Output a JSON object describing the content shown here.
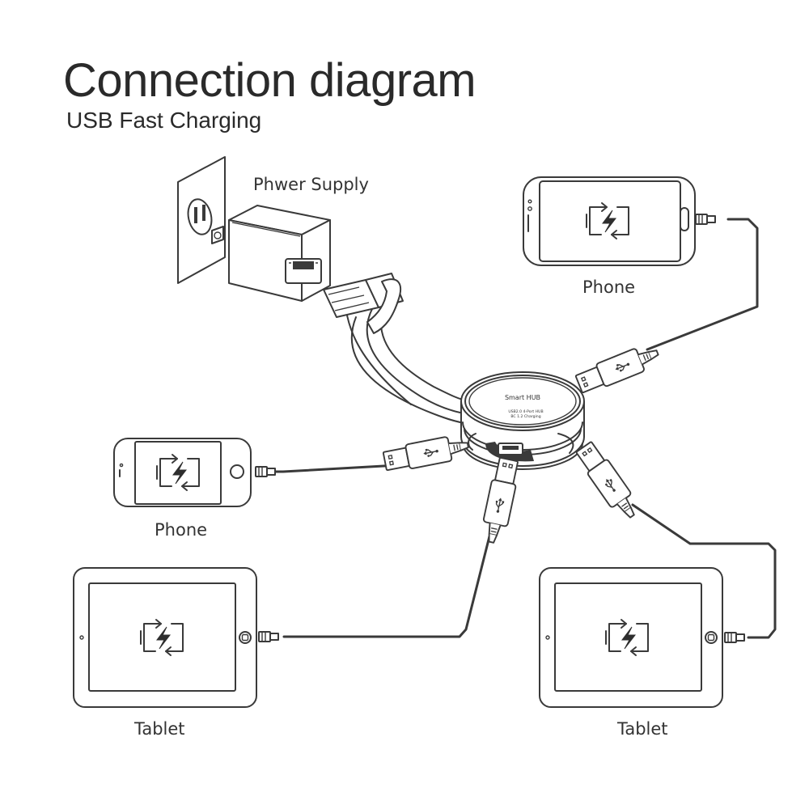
{
  "header": {
    "title": "Connection diagram",
    "subtitle": "USB Fast Charging"
  },
  "hub": {
    "label": "Smart HUB",
    "spec_line_1": "USB2.0 4-Port HUB",
    "spec_line_2": "BC 1.2 Charging"
  },
  "devices": {
    "power_supply": "Phwer Supply",
    "phone_top_right": "Phone",
    "phone_left": "Phone",
    "tablet_left": "Tablet",
    "tablet_right": "Tablet"
  },
  "icons": [
    "wall-outlet-icon",
    "power-adapter-icon",
    "usb-plug-icon",
    "usb-symbol-icon",
    "battery-charging-icon",
    "smart-hub-icon",
    "phone-icon",
    "tablet-icon"
  ],
  "colors": {
    "line": "#3a3a3a",
    "text": "#333333",
    "background": "#ffffff"
  }
}
